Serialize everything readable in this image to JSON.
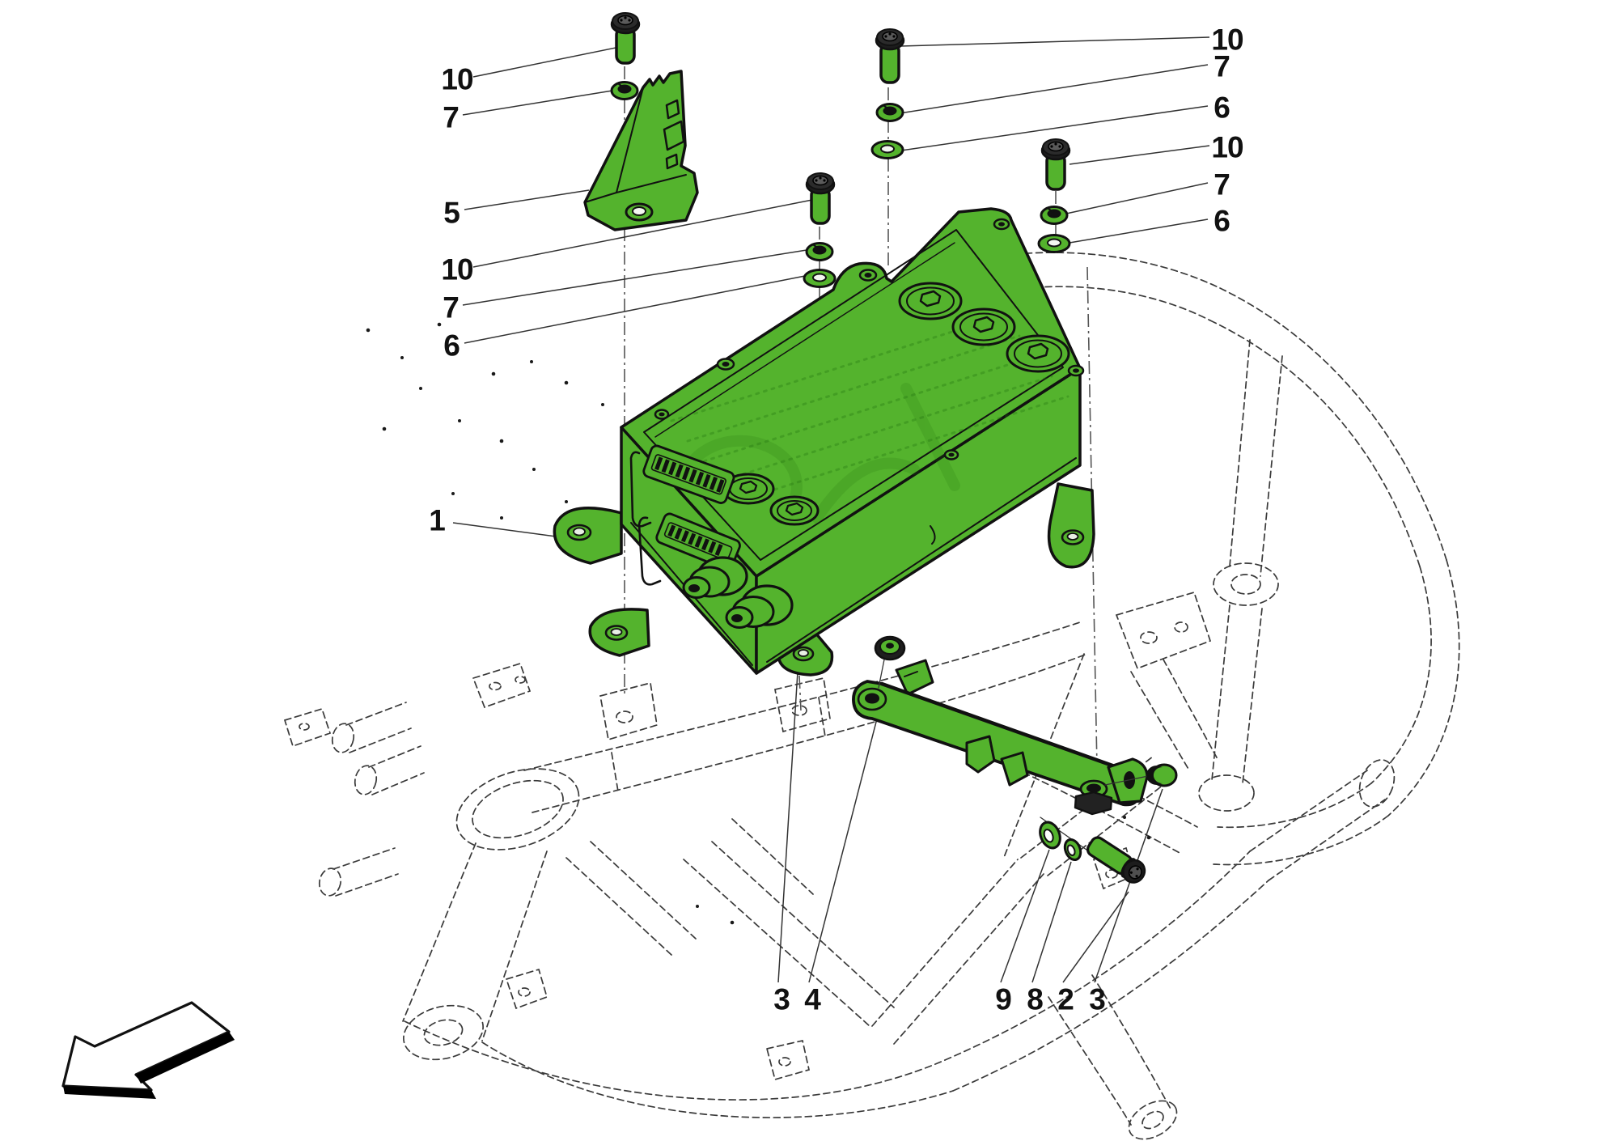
{
  "diagram": {
    "kind": "exploded-parts-diagram",
    "colors": {
      "part_green": "#54b32d",
      "part_green_dark": "#3f8d20",
      "outline": "#111111",
      "ghost_line": "#3a3a3a",
      "centerline": "#555555",
      "label": "#111111",
      "background": "#ffffff"
    },
    "callouts": [
      {
        "label": "10"
      },
      {
        "label": "7"
      },
      {
        "label": "5"
      },
      {
        "label": "10"
      },
      {
        "label": "7"
      },
      {
        "label": "6"
      },
      {
        "label": "1"
      },
      {
        "label": "10"
      },
      {
        "label": "7"
      },
      {
        "label": "6"
      },
      {
        "label": "10"
      },
      {
        "label": "7"
      },
      {
        "label": "6"
      },
      {
        "label": "3"
      },
      {
        "label": "4"
      },
      {
        "label": "9"
      },
      {
        "label": "8"
      },
      {
        "label": "2"
      },
      {
        "label": "3"
      }
    ],
    "icons": {
      "direction_arrow": "down-left"
    }
  }
}
